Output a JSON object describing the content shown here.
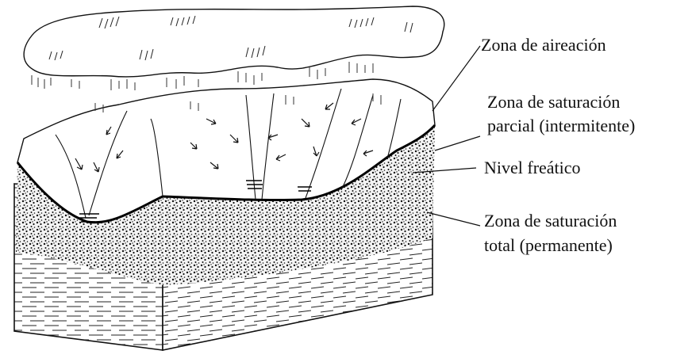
{
  "labels": {
    "aireacion": "Zona de aireación",
    "saturacion_parcial_1": "Zona de saturación",
    "saturacion_parcial_2": "parcial (intermitente)",
    "nivel_freatico": "Nivel freático",
    "saturacion_total_1": "Zona de saturación",
    "saturacion_total_2": "total  (permanente)"
  },
  "colors": {
    "ink": "#111111",
    "paper": "#ffffff"
  }
}
